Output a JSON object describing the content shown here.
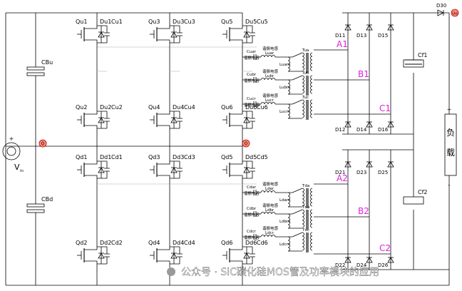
{
  "source": {
    "vin_label": "V",
    "vin_sub": "in",
    "plus": "+",
    "minus": "-"
  },
  "bus_caps": {
    "upper": "CBu",
    "lower": "CBd"
  },
  "midpoint_label": "0",
  "upper_switches": [
    {
      "q": "Qu1",
      "d": "Du1",
      "c": "Cu1"
    },
    {
      "q": "Qu3",
      "d": "Du3",
      "c": "Cu3"
    },
    {
      "q": "Qu5",
      "d": "Du5",
      "c": "Cu5"
    },
    {
      "q": "Qu2",
      "d": "Du2",
      "c": "Cu2"
    },
    {
      "q": "Qu4",
      "d": "Du4",
      "c": "Cu4"
    },
    {
      "q": "Qu6",
      "d": "Du6",
      "c": "Cu6"
    }
  ],
  "lower_switches": [
    {
      "q": "Qd1",
      "d": "Dd1",
      "c": "Cd1"
    },
    {
      "q": "Qd3",
      "d": "Dd3",
      "c": "Cd3"
    },
    {
      "q": "Qd5",
      "d": "Dd5",
      "c": "Cd5"
    },
    {
      "q": "Qd2",
      "d": "Dd2",
      "c": "Cd2"
    },
    {
      "q": "Qd4",
      "d": "Dd4",
      "c": "Cd4"
    },
    {
      "q": "Qd6",
      "d": "Dd6",
      "c": "Cd6"
    }
  ],
  "upper_resonant": [
    {
      "cap": "Cuar",
      "cap_txt": "谐振电容",
      "ind_txt": "谐振电感",
      "lr": "Luar",
      "lm": "Luam",
      "tf": "Tua"
    },
    {
      "cap": "Cubr",
      "cap_txt": "谐振电容",
      "ind_txt": "谐振电感",
      "lr": "Lubr",
      "lm": "Lubm",
      "tf": "Tub"
    },
    {
      "cap": "Cucr",
      "cap_txt": "谐振电容",
      "ind_txt": "谐振电感",
      "lr": "Lucr",
      "lm": "Lucm",
      "tf": "Tuc"
    }
  ],
  "lower_resonant": [
    {
      "cap": "Cdar",
      "cap_txt": "谐振电容",
      "ind_txt": "谐振电感",
      "lr": "Ldar",
      "lm": "Ldam",
      "tf": "Tda"
    },
    {
      "cap": "Cdbr",
      "cap_txt": "谐振电容",
      "ind_txt": "谐振电感",
      "lr": "Ldbr",
      "lm": "Ldbm",
      "tf": "Tdb"
    },
    {
      "cap": "Cdcr",
      "cap_txt": "谐振电容",
      "ind_txt": "谐振电感",
      "lr": "Ldcr",
      "lm": "Ldcm",
      "tf": "Tdc"
    }
  ],
  "nodes": {
    "upper": [
      "A1",
      "B1",
      "C1"
    ],
    "lower": [
      "A2",
      "B2",
      "C2"
    ]
  },
  "rect_diodes": {
    "upper_top": [
      "D11",
      "D13",
      "D15"
    ],
    "upper_bot": [
      "D12",
      "D14",
      "D16"
    ],
    "lower_top": [
      "D21",
      "D23",
      "D25"
    ],
    "lower_bot": [
      "D22",
      "D24",
      "D26"
    ]
  },
  "output_caps": [
    "Cf1",
    "Cf2"
  ],
  "output_diode": "D30",
  "output_marker": "Uo",
  "load": {
    "line1": "负",
    "line2": "载",
    "plus": "+",
    "minus": "-"
  },
  "watermark": "公众号 · SiC碳化硅MOS管及功率模块的应用",
  "colors": {
    "wire": "#000000",
    "node_label": "#e020e0",
    "marker_fill": "#ff8a7a",
    "marker_stroke": "#c00000"
  }
}
